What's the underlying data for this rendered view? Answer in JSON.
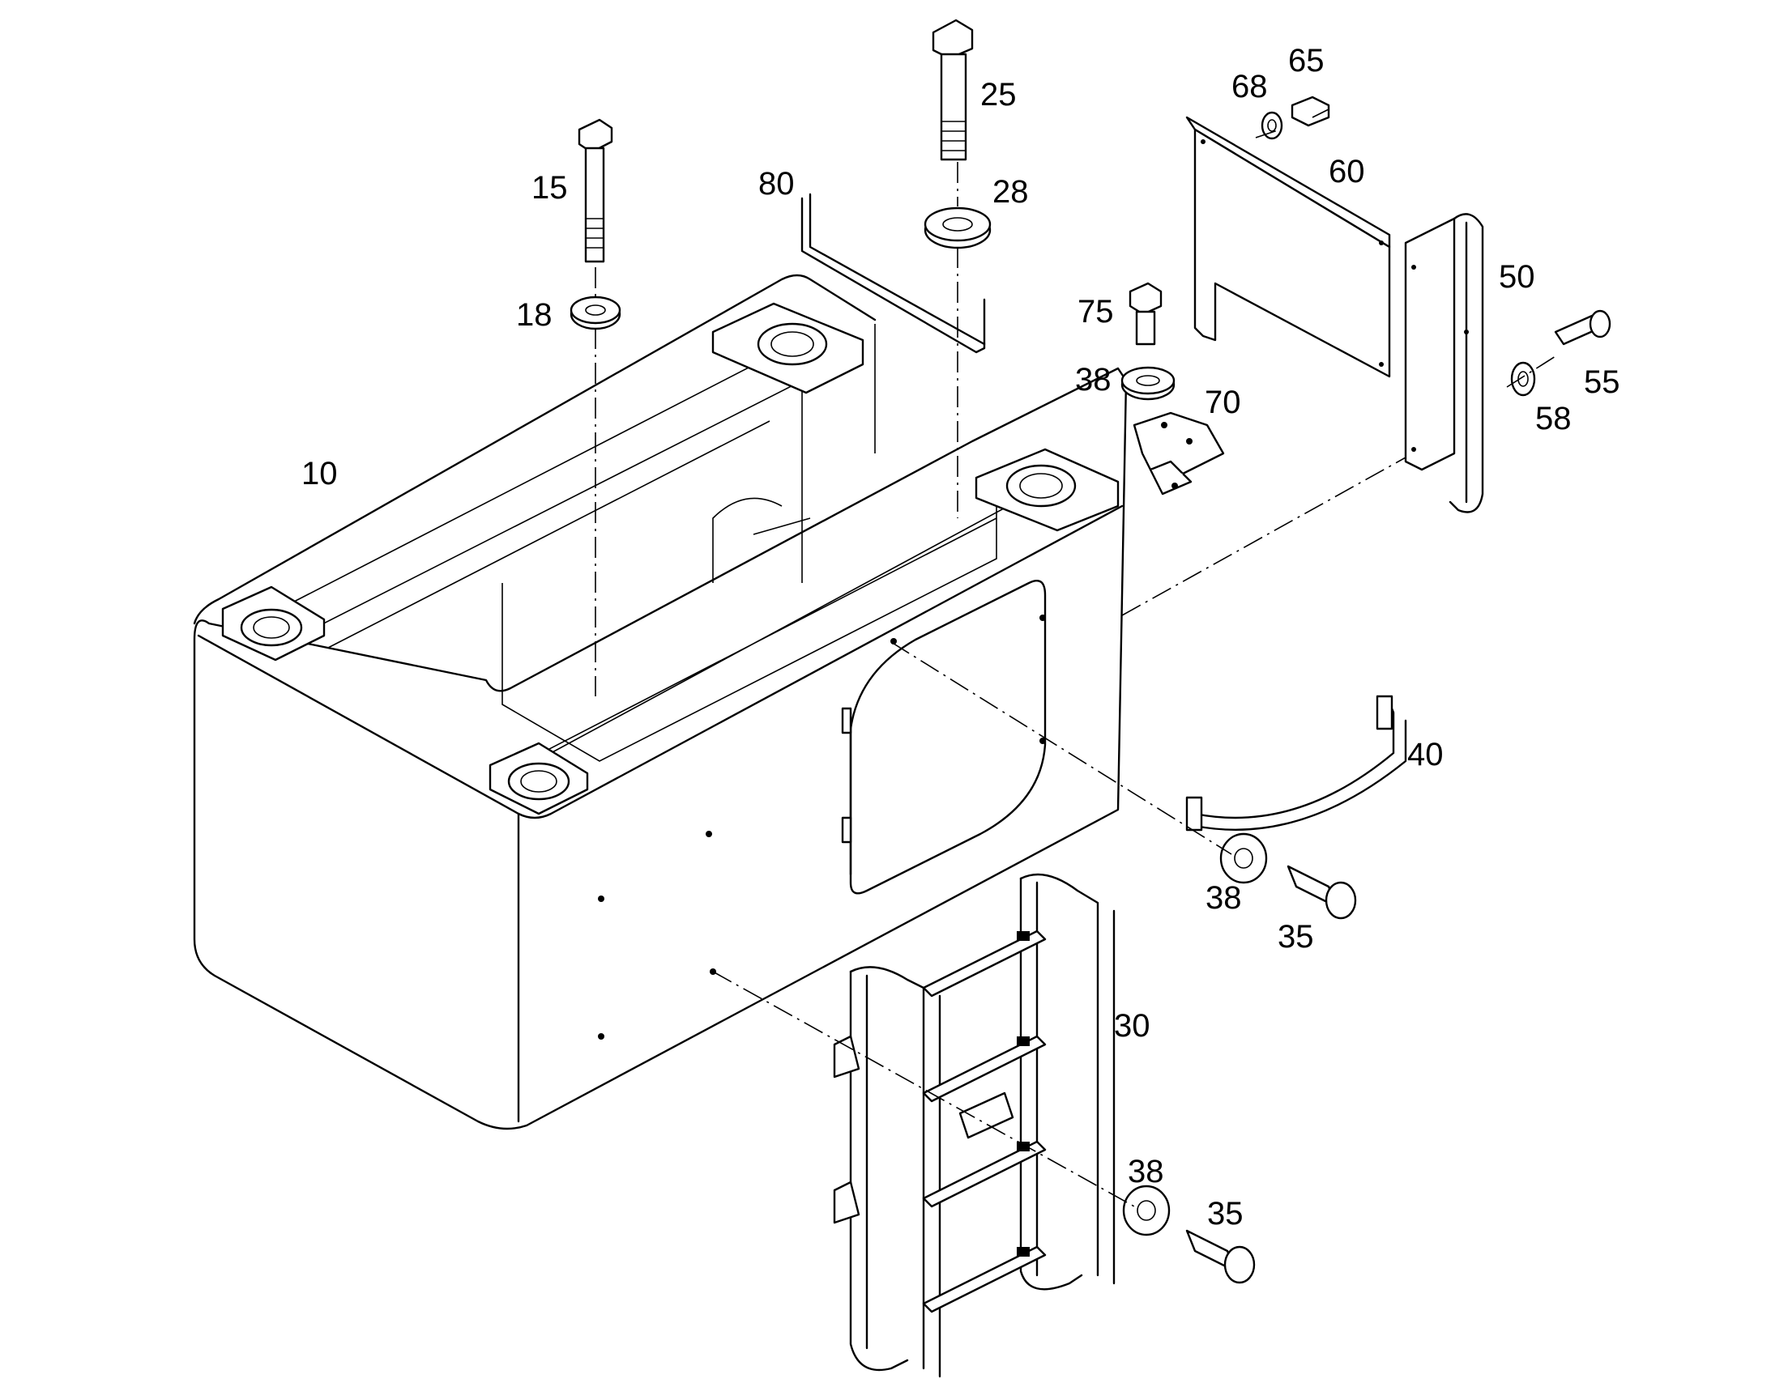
{
  "callouts": {
    "c10": "10",
    "c15": "15",
    "c18": "18",
    "c25": "25",
    "c28": "28",
    "c80": "80",
    "c75": "75",
    "c38a": "38",
    "c70": "70",
    "c68": "68",
    "c65": "65",
    "c60": "60",
    "c50": "50",
    "c55": "55",
    "c58": "58",
    "c40": "40",
    "c38b": "38",
    "c35a": "35",
    "c30": "30",
    "c38c": "38",
    "c35b": "35"
  },
  "style": {
    "line_color": "#000000",
    "background": "#ffffff"
  }
}
